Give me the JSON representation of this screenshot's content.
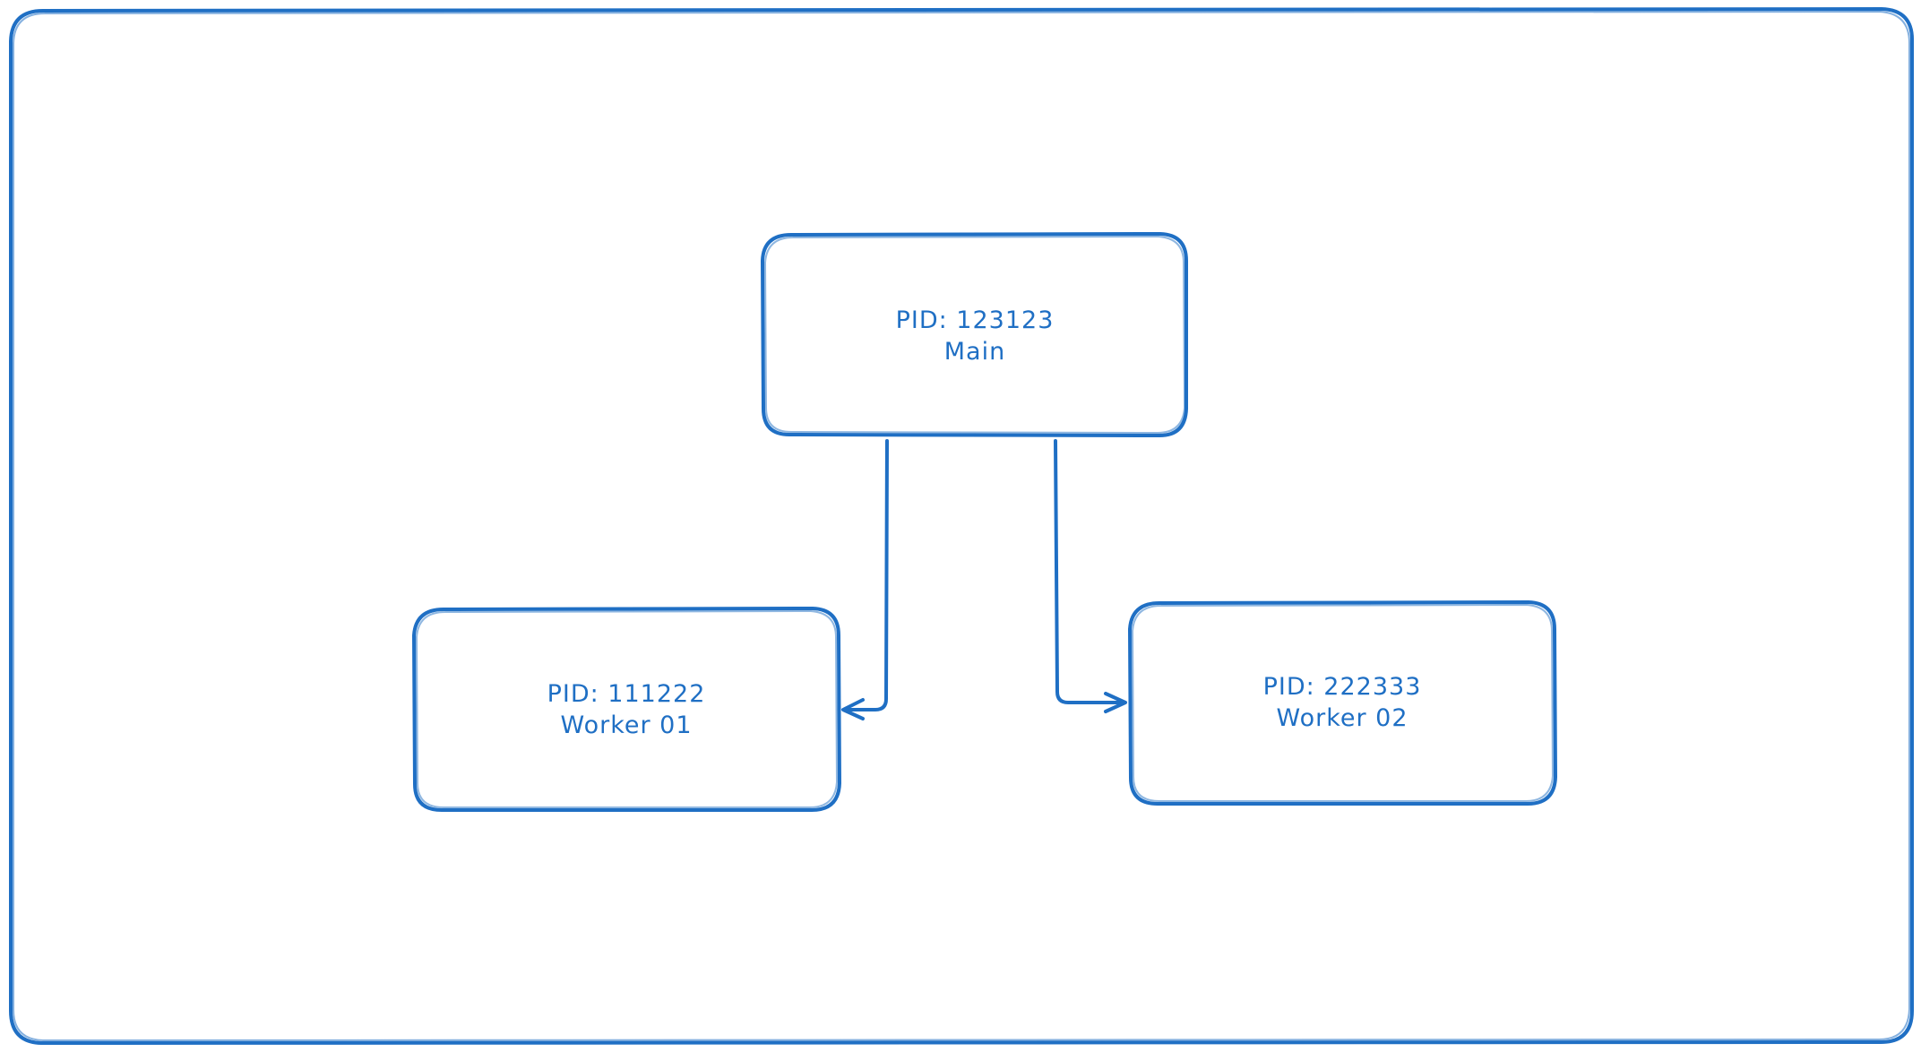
{
  "colors": {
    "stroke": "#1f6fc4",
    "text": "#1f6fc4",
    "background": "#ffffff"
  },
  "nodes": [
    {
      "id": "main",
      "line1": "PID: 123123",
      "line2": "Main"
    },
    {
      "id": "worker-01",
      "line1": "PID: 111222",
      "line2": "Worker 01"
    },
    {
      "id": "worker-02",
      "line1": "PID: 222333",
      "line2": "Worker 02"
    }
  ],
  "edges": [
    {
      "from": "main",
      "to": "worker-01"
    },
    {
      "from": "main",
      "to": "worker-02"
    }
  ]
}
